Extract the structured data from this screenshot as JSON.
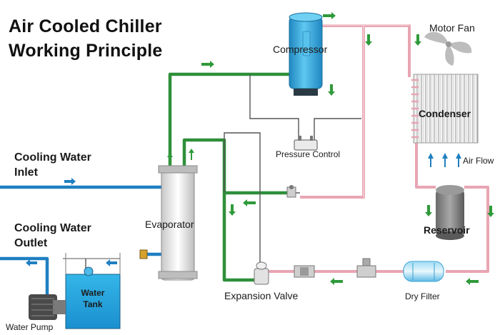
{
  "title_line1": "Air Cooled Chiller",
  "title_line2": "Working Principle",
  "labels": {
    "compressor": "Compressor",
    "motor_fan": "Motor Fan",
    "condenser": "Condenser",
    "air_flow": "Air Flow",
    "pressure_control": "Pressure Control",
    "reservoir": "Reservoir",
    "cooling_water_inlet_1": "Cooling Water",
    "cooling_water_inlet_2": "Inlet",
    "cooling_water_outlet_1": "Cooling Water",
    "cooling_water_outlet_2": "Outlet",
    "evaporator": "Evaporator",
    "expansion_valve": "Expansion Valve",
    "dry_filter": "Dry Filter",
    "water_tank_1": "Water",
    "water_tank_2": "Tank",
    "water_pump": "Water Pump"
  },
  "colors": {
    "refrigerant_hot": "#e8a5b3",
    "refrigerant_liquid": "#2f8f3a",
    "water": "#1f7fc1",
    "control_line": "#555555",
    "compressor": "#34a8dd",
    "arrow": "#2f9a3a"
  }
}
